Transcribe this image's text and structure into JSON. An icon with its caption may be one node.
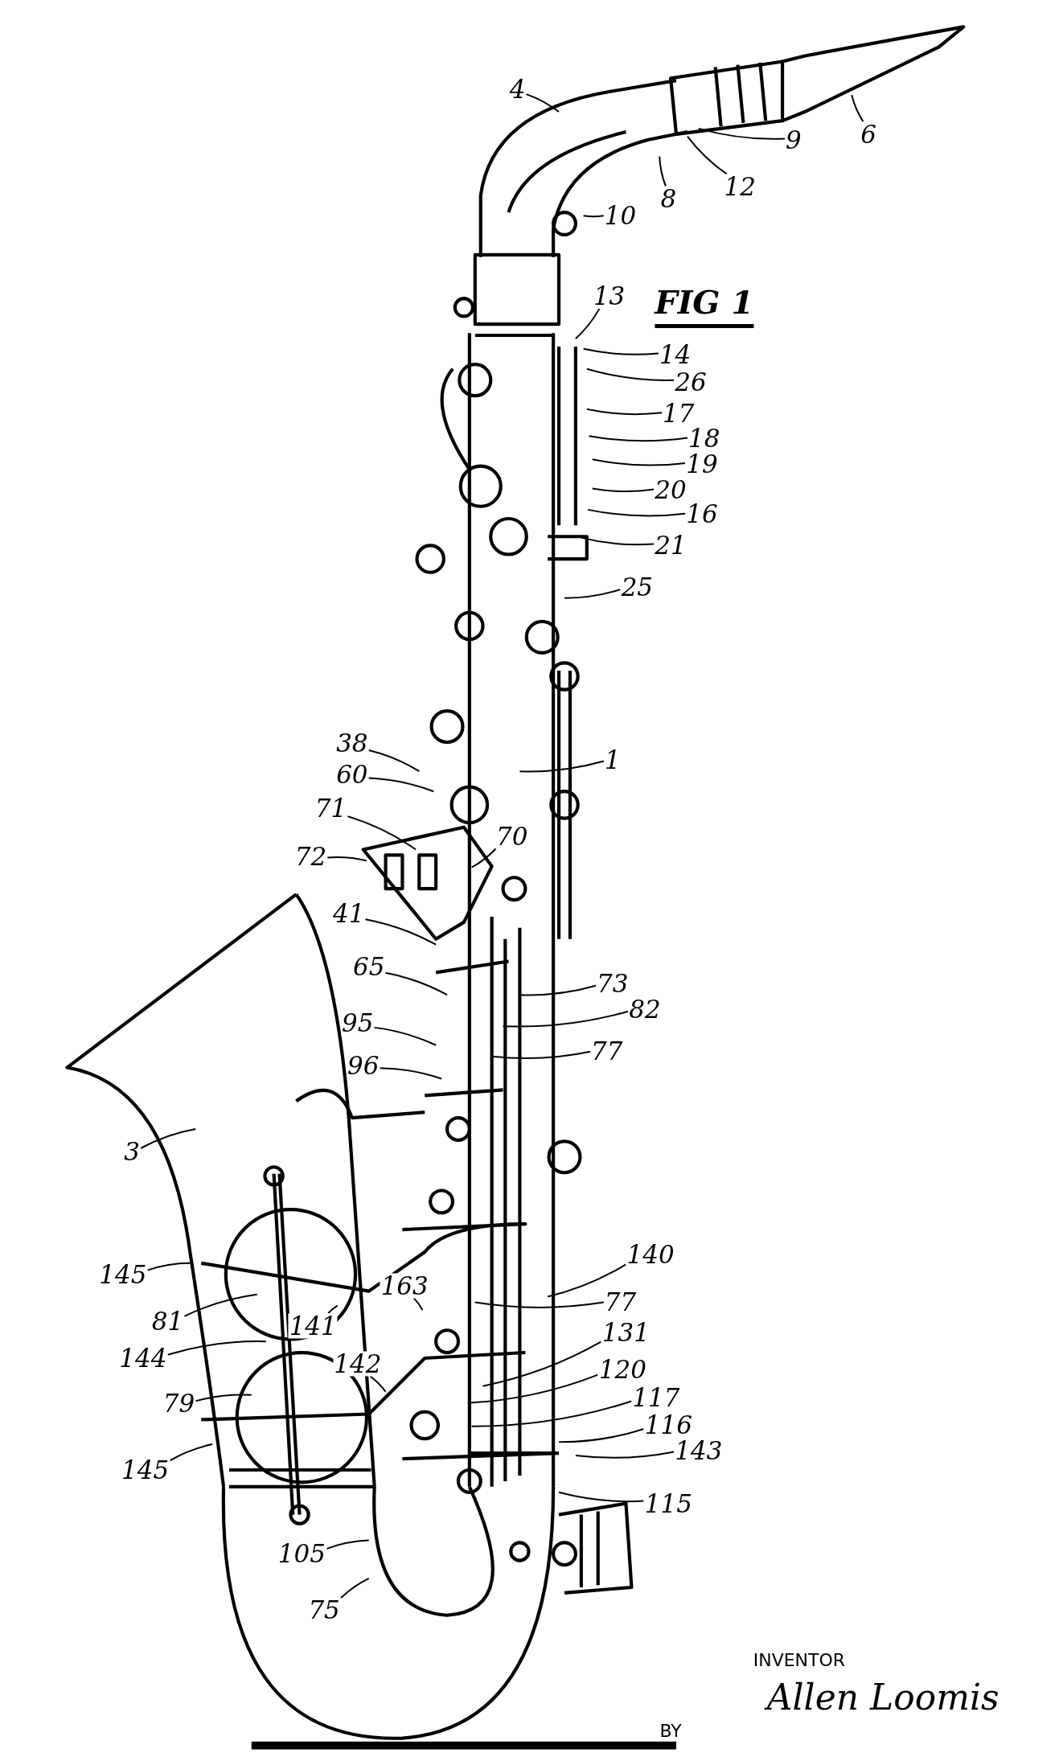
{
  "diagram": {
    "nodes": [
      {
        "text": [
          "4"
        ]
      },
      {
        "text": [
          "6"
        ]
      },
      {
        "text": [
          "9"
        ]
      },
      {
        "text": [
          "12"
        ]
      },
      {
        "text": [
          "8"
        ]
      },
      {
        "text": [
          "10"
        ]
      },
      {
        "text": [
          "13"
        ]
      },
      {
        "text": [
          "14"
        ]
      },
      {
        "text": [
          "26"
        ]
      },
      {
        "text": [
          "17"
        ]
      },
      {
        "text": [
          "18"
        ]
      },
      {
        "text": [
          "19"
        ]
      },
      {
        "text": [
          "20"
        ]
      },
      {
        "text": [
          "16"
        ]
      },
      {
        "text": [
          "21"
        ]
      },
      {
        "text": [
          "25"
        ]
      },
      {
        "text": [
          "38"
        ]
      },
      {
        "text": [
          "1"
        ]
      },
      {
        "text": [
          "60"
        ]
      },
      {
        "text": [
          "71"
        ]
      },
      {
        "text": [
          "70"
        ]
      },
      {
        "text": [
          "72"
        ]
      },
      {
        "text": [
          "41"
        ]
      },
      {
        "text": [
          "65"
        ]
      },
      {
        "text": [
          "73"
        ]
      },
      {
        "text": [
          "82"
        ]
      },
      {
        "text": [
          "95"
        ]
      },
      {
        "text": [
          "77"
        ]
      },
      {
        "text": [
          "96"
        ]
      },
      {
        "text": [
          "3"
        ]
      },
      {
        "text": [
          "140"
        ]
      },
      {
        "text": [
          "145"
        ]
      },
      {
        "text": [
          "163"
        ]
      },
      {
        "text": [
          "77"
        ]
      },
      {
        "text": [
          "81"
        ]
      },
      {
        "text": [
          "131"
        ]
      },
      {
        "text": [
          "141"
        ]
      },
      {
        "text": [
          "144"
        ]
      },
      {
        "text": [
          "142"
        ]
      },
      {
        "text": [
          "120"
        ]
      },
      {
        "text": [
          "117"
        ]
      },
      {
        "text": [
          "79"
        ]
      },
      {
        "text": [
          "116"
        ]
      },
      {
        "text": [
          "143"
        ]
      },
      {
        "text": [
          "145"
        ]
      },
      {
        "text": [
          "115"
        ]
      },
      {
        "text": [
          "105"
        ]
      },
      {
        "text": [
          "75"
        ]
      }
    ],
    "edges": [
      {
        "from": 0,
        "to": null,
        "arrow": "none"
      },
      {
        "from": 1,
        "to": null,
        "arrow": "none"
      },
      {
        "from": 2,
        "to": null,
        "arrow": "none"
      },
      {
        "from": 3,
        "to": null,
        "arrow": "none"
      },
      {
        "from": 4,
        "to": null,
        "arrow": "none"
      },
      {
        "from": 5,
        "to": null,
        "arrow": "none"
      },
      {
        "from": 6,
        "to": null,
        "arrow": "none"
      },
      {
        "from": 7,
        "to": null,
        "arrow": "none"
      },
      {
        "from": 8,
        "to": null,
        "arrow": "none"
      },
      {
        "from": 9,
        "to": null,
        "arrow": "none"
      },
      {
        "from": 10,
        "to": null,
        "arrow": "none"
      },
      {
        "from": 11,
        "to": null,
        "arrow": "none"
      },
      {
        "from": 12,
        "to": null,
        "arrow": "none"
      },
      {
        "from": 13,
        "to": null,
        "arrow": "none"
      },
      {
        "from": 14,
        "to": null,
        "arrow": "none"
      },
      {
        "from": 15,
        "to": null,
        "arrow": "none"
      },
      {
        "from": 16,
        "to": null,
        "arrow": "none"
      },
      {
        "from": 17,
        "to": null,
        "arrow": "none"
      },
      {
        "from": 18,
        "to": null,
        "arrow": "none"
      },
      {
        "from": 19,
        "to": null,
        "arrow": "none"
      },
      {
        "from": 20,
        "to": null,
        "arrow": "none"
      },
      {
        "from": 21,
        "to": null,
        "arrow": "none"
      },
      {
        "from": 22,
        "to": null,
        "arrow": "none"
      },
      {
        "from": 23,
        "to": null,
        "arrow": "none"
      },
      {
        "from": 24,
        "to": null,
        "arrow": "none"
      },
      {
        "from": 25,
        "to": null,
        "arrow": "none"
      },
      {
        "from": 26,
        "to": null,
        "arrow": "none"
      },
      {
        "from": 27,
        "to": null,
        "arrow": "none"
      },
      {
        "from": 28,
        "to": null,
        "arrow": "none"
      },
      {
        "from": 29,
        "to": null,
        "arrow": "none"
      },
      {
        "from": 30,
        "to": null,
        "arrow": "none"
      },
      {
        "from": 31,
        "to": null,
        "arrow": "none"
      },
      {
        "from": 32,
        "to": null,
        "arrow": "none"
      },
      {
        "from": 33,
        "to": null,
        "arrow": "none"
      },
      {
        "from": 34,
        "to": null,
        "arrow": "none"
      },
      {
        "from": 35,
        "to": null,
        "arrow": "none"
      },
      {
        "from": 36,
        "to": null,
        "arrow": "none"
      },
      {
        "from": 37,
        "to": null,
        "arrow": "none"
      },
      {
        "from": 38,
        "to": null,
        "arrow": "none"
      },
      {
        "from": 39,
        "to": null,
        "arrow": "none"
      },
      {
        "from": 40,
        "to": null,
        "arrow": "none"
      },
      {
        "from": 41,
        "to": null,
        "arrow": "none"
      },
      {
        "from": 42,
        "to": null,
        "arrow": "none"
      },
      {
        "from": 43,
        "to": null,
        "arrow": "none"
      },
      {
        "from": 44,
        "to": null,
        "arrow": "none"
      },
      {
        "from": 45,
        "to": null,
        "arrow": "none"
      },
      {
        "from": 46,
        "to": null,
        "arrow": "none"
      },
      {
        "from": 47,
        "to": null,
        "arrow": "none"
      }
    ],
    "labels": [
      "FIG 1",
      "INVENTOR",
      "Allen Loomis",
      "BY"
    ]
  }
}
